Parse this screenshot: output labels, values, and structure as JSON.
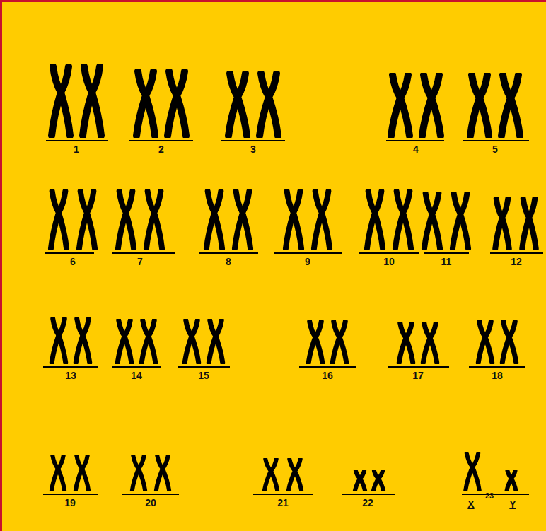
{
  "diagram": {
    "labels": [
      "1",
      "2",
      "3",
      "4",
      "5",
      "6",
      "7",
      "8",
      "9",
      "10",
      "11",
      "12",
      "13",
      "14",
      "15",
      "16",
      "17",
      "18",
      "19",
      "20",
      "21",
      "22",
      "X",
      "23",
      "Y"
    ]
  }
}
